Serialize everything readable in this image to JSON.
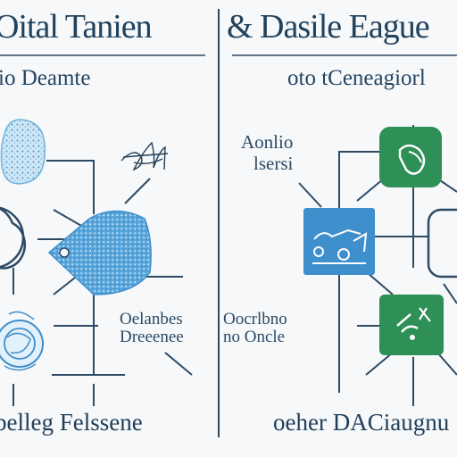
{
  "left_panel": {
    "title": "Oital Tanien",
    "subtitle": "io Deamte",
    "caption_line1": "Oelanbes",
    "caption_line2": "Dreeenee",
    "bottom_label": "belleg Felssene"
  },
  "right_panel": {
    "title": "& Dasile Eague",
    "subtitle": "oto tCeneagiorl",
    "annotation_line1": "Aonlio",
    "annotation_line2": "lsersi",
    "caption_line1": "Oocrlbno",
    "caption_line2": "no Oncle",
    "bottom_label": "oeher DACiaugnu"
  },
  "colors": {
    "divider": "#2f4b63",
    "connector": "#2e4a64",
    "node_blue_light": "#9ccbe8",
    "node_blue": "#3e8fcc",
    "node_green": "#2e8f57",
    "icon_white": "#ffffff"
  },
  "icons": {
    "top_left_node": "texture-blob-icon",
    "center_node": "tag-icon",
    "bottom_left_node": "globe-icon",
    "signature_glyph": "handwriting-icon",
    "top_right_node": "hand-icon",
    "middle_right_node": "process-icon",
    "bottom_right_node": "tools-icon"
  }
}
